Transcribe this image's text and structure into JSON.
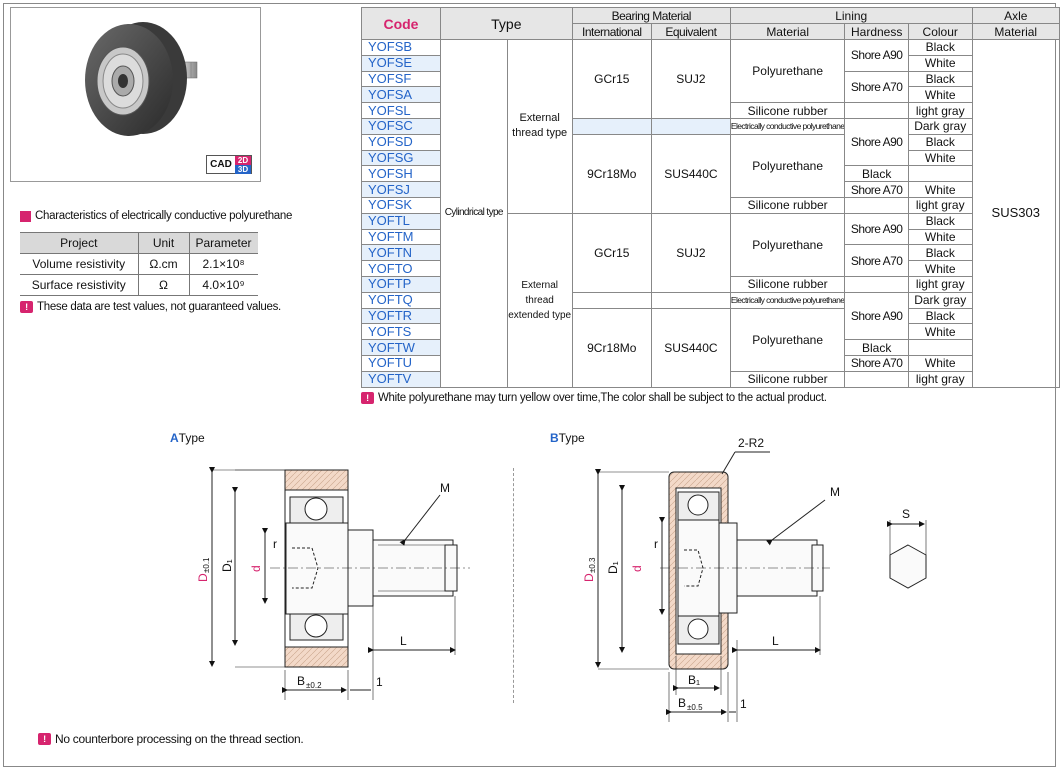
{
  "cad_badge": {
    "cad": "CAD",
    "d2": "2D",
    "d3": "3D"
  },
  "ecp": {
    "title": "Characteristics of electrically conductive polyurethane",
    "headers": [
      "Project",
      "Unit",
      "Parameter"
    ],
    "rows": [
      [
        "Volume resistivity",
        "Ω.cm",
        "2.1×10⁸"
      ],
      [
        "Surface resistivity",
        "Ω",
        "4.0×10⁹"
      ]
    ],
    "note": "These data are test values, not guaranteed values."
  },
  "spec": {
    "h": {
      "code": "Code",
      "type": "Type",
      "bearing": "Bearing Material",
      "lining": "Lining",
      "axle": "Axle",
      "intl": "International",
      "equiv": "Equivalent",
      "material": "Material",
      "hardness": "Hardness",
      "colour": "Colour",
      "axle_mat": "Material"
    },
    "codes": [
      "YOFSB",
      "YOFSE",
      "YOFSF",
      "YOFSA",
      "YOFSL",
      "YOFSC",
      "YOFSD",
      "YOFSG",
      "YOFSH",
      "YOFSJ",
      "YOFSK",
      "YOFTL",
      "YOFTM",
      "YOFTN",
      "YOFTO",
      "YOFTP",
      "YOFTQ",
      "YOFTR",
      "YOFTS",
      "YOFTW",
      "YOFTU",
      "YOFTV"
    ],
    "type_main": "Cylindrical type",
    "type_ext": "External thread type",
    "type_ext2": "External thread extended type",
    "gcr": "GCr15",
    "suj": "SUJ2",
    "cr18": "9Cr18Mo",
    "sus440": "SUS440C",
    "pu": "Polyurethane",
    "silicone": "Silicone rubber",
    "ecpu": "Electrically conductive polyurethane",
    "a90": "Shore A90",
    "a70": "Shore A70",
    "colours": [
      "Black",
      "White",
      "Black",
      "White",
      "light gray",
      "Dark gray",
      "Black",
      "White",
      "Black",
      "White",
      "light gray",
      "Black",
      "White",
      "Black",
      "White",
      "light gray",
      "Dark gray",
      "Black",
      "White",
      "Black",
      "White",
      "light gray"
    ],
    "axle_val": "SUS303",
    "note": "White polyurethane may turn yellow over time,The color shall be subject to the actual product."
  },
  "drawings": {
    "a_title_letter": "A",
    "a_title": "Type",
    "b_title_letter": "B",
    "b_title": "Type",
    "lbl_M": "M",
    "lbl_r": "r",
    "lbl_d": "d",
    "lbl_D1": "D₁",
    "lbl_D": "D",
    "lbl_D_tol_a": "±0.1",
    "lbl_D_tol_b": "±0.3",
    "lbl_L": "L",
    "lbl_B": "B",
    "lbl_B_tol_a": "±0.2",
    "lbl_B_tol_b": "±0.5",
    "lbl_1": "1",
    "lbl_B1": "B₁",
    "lbl_2R2": "2-R2",
    "lbl_S": "S"
  },
  "bottom_note": "No counterbore processing on the thread section."
}
